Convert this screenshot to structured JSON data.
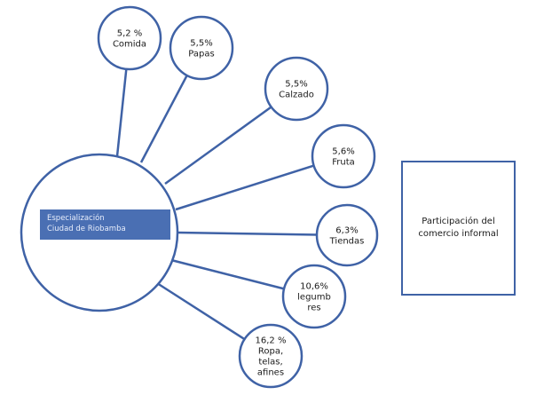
{
  "hub": {
    "lines": [
      "Especialización",
      "Ciudad de Riobamba"
    ]
  },
  "legend": {
    "lines": [
      "Participación del",
      "comercio informal"
    ]
  },
  "colors": {
    "stroke": "#3f62a6",
    "hub_fill": "#4a6fb3",
    "hub_text": "#e8eefc"
  },
  "nodes": [
    {
      "id": "comida",
      "lines": [
        "5,2 %",
        "Comida"
      ]
    },
    {
      "id": "papas",
      "lines": [
        "5,5%",
        "Papas"
      ]
    },
    {
      "id": "calzado",
      "lines": [
        "5,5%",
        "Calzado"
      ]
    },
    {
      "id": "fruta",
      "lines": [
        "5,6%",
        "Fruta"
      ]
    },
    {
      "id": "tiendas",
      "lines": [
        "6,3%",
        "Tiendas"
      ]
    },
    {
      "id": "legumbres",
      "lines": [
        "10,6%",
        "legumb",
        "res"
      ]
    },
    {
      "id": "ropa",
      "lines": [
        "16,2 %",
        "Ropa,",
        "telas,",
        "afines"
      ]
    }
  ]
}
